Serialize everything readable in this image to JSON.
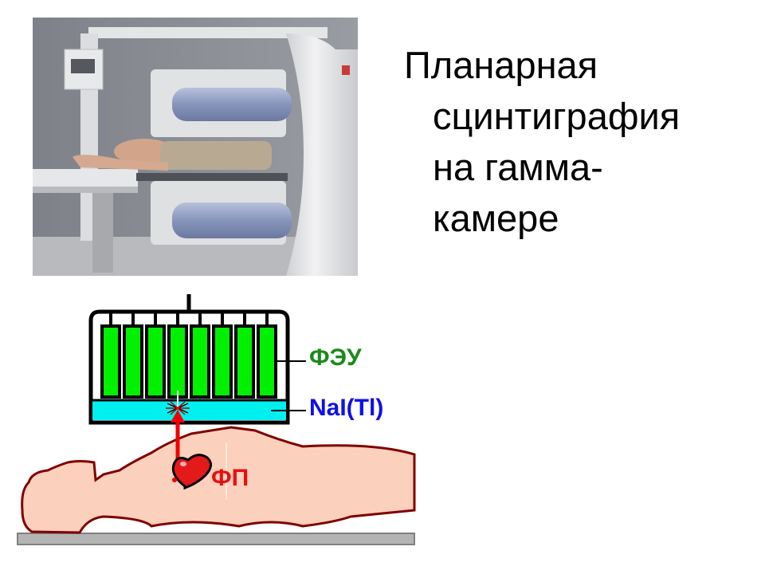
{
  "slide": {
    "title_lines": [
      "Планарная",
      "сцинтиграфия",
      "на гамма-",
      "камере"
    ]
  },
  "photo": {
    "description": "Patient lying on table between two detector heads of a gamma camera",
    "colors": {
      "wall": "#8c8f96",
      "gantry": "#e8e9ea",
      "detector_face": "#8c9ac0"
    }
  },
  "diagram": {
    "labels": {
      "pmt": "ФЭУ",
      "crystal": "NaI(Tl)",
      "radiopharmaceutical": "ФП"
    },
    "pmt_count": 8,
    "colors": {
      "pmt_fill": "#00f000",
      "pmt_label": "#1a8a1a",
      "crystal_fill": "#00f0f0",
      "crystal_label": "#1010e8",
      "body_fill": "#fbd0bc",
      "body_outline": "#800000",
      "gamma_ray": "#f00000",
      "rp_label": "#e81010",
      "table": "#b4b4b4"
    }
  }
}
